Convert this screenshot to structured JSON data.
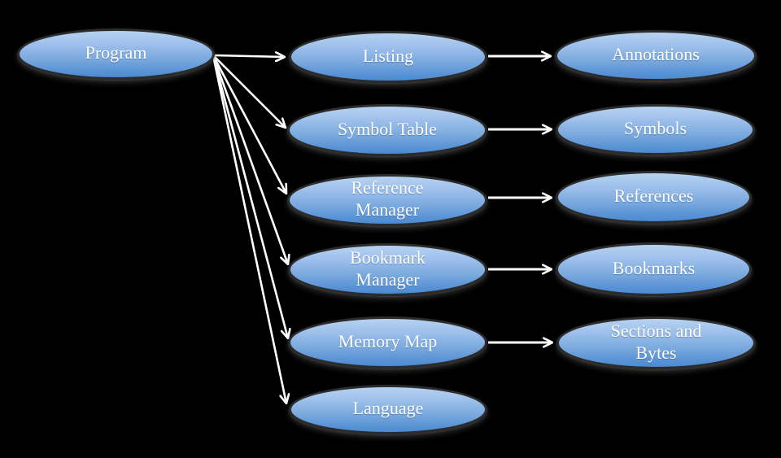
{
  "diagram": {
    "colors": {
      "background": "#000000",
      "node_fill_top": "#b7d2f1",
      "node_fill_bottom": "#4c8bd1",
      "node_border": "#2c2c2c",
      "label_text": "#ffffff",
      "arrow": "#ffffff"
    },
    "nodes": {
      "program": {
        "label": "Program"
      },
      "listing": {
        "label": "Listing"
      },
      "symbol_table": {
        "label": "Symbol Table"
      },
      "reference_manager": {
        "label": "Reference\nManager"
      },
      "bookmark_manager": {
        "label": "Bookmark\nManager"
      },
      "memory_map": {
        "label": "Memory Map"
      },
      "language": {
        "label": "Language"
      },
      "annotations": {
        "label": "Annotations"
      },
      "symbols": {
        "label": "Symbols"
      },
      "references": {
        "label": "References"
      },
      "bookmarks": {
        "label": "Bookmarks"
      },
      "sections_and_bytes": {
        "label": "Sections and\nBytes"
      }
    },
    "edges": [
      {
        "from": "Program",
        "to": "Listing"
      },
      {
        "from": "Program",
        "to": "Symbol Table"
      },
      {
        "from": "Program",
        "to": "Reference Manager"
      },
      {
        "from": "Program",
        "to": "Bookmark Manager"
      },
      {
        "from": "Program",
        "to": "Memory Map"
      },
      {
        "from": "Program",
        "to": "Language"
      },
      {
        "from": "Listing",
        "to": "Annotations"
      },
      {
        "from": "Symbol Table",
        "to": "Symbols"
      },
      {
        "from": "Reference Manager",
        "to": "References"
      },
      {
        "from": "Bookmark Manager",
        "to": "Bookmarks"
      },
      {
        "from": "Memory Map",
        "to": "Sections and Bytes"
      }
    ]
  }
}
